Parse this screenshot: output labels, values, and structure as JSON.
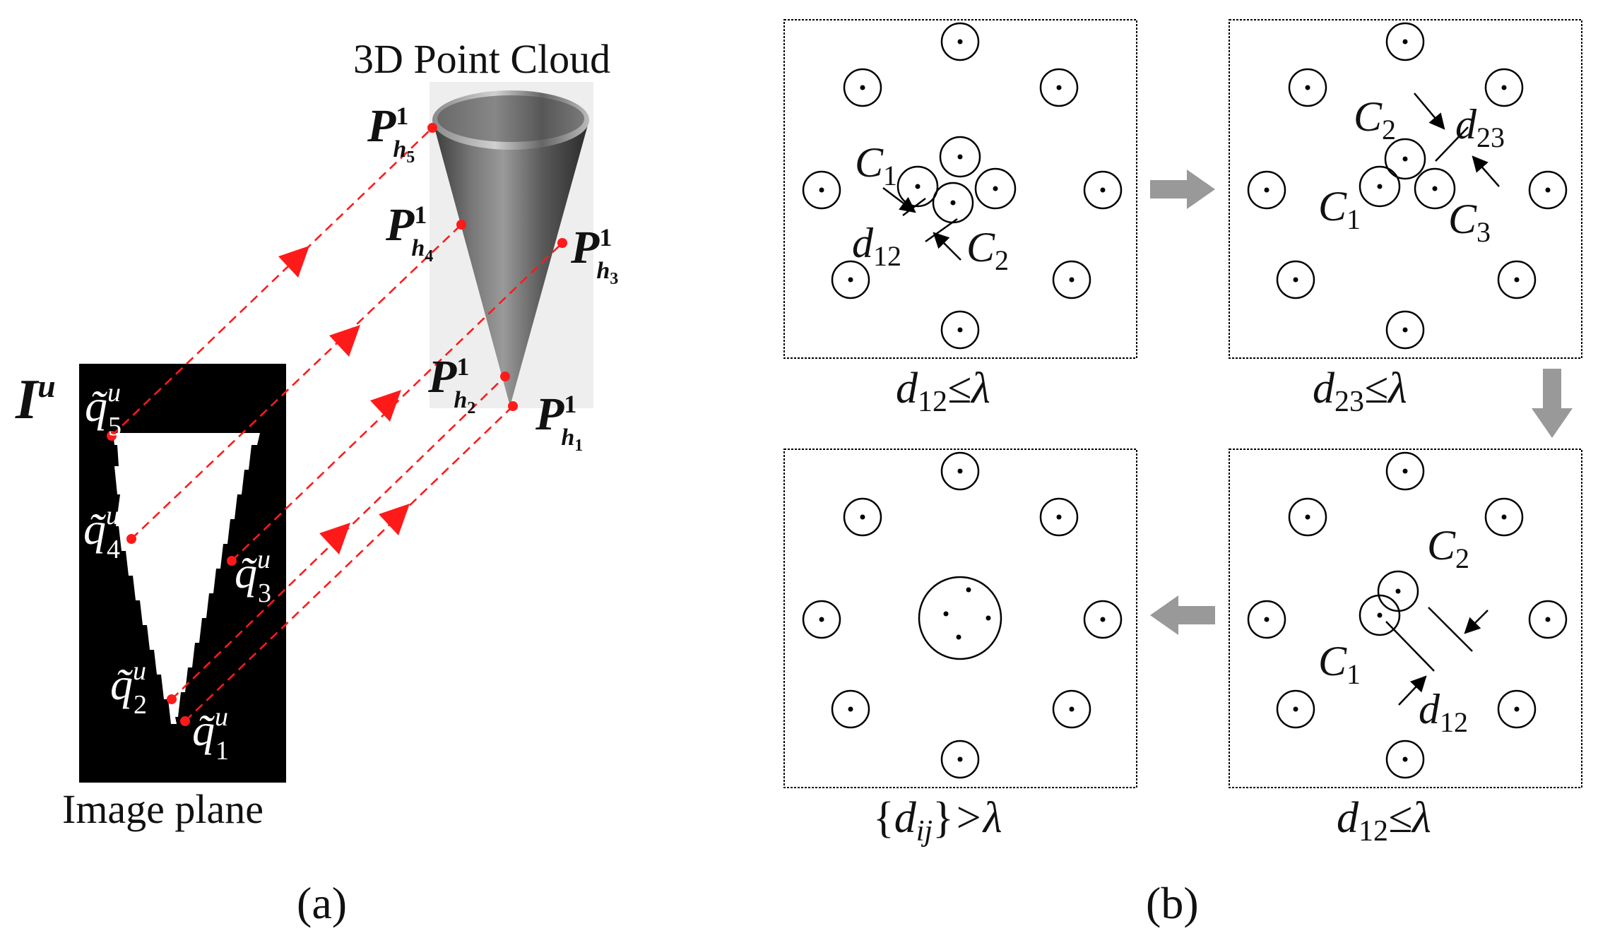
{
  "panel_a": {
    "cloud_title": "3D Point Cloud",
    "image_plane_label": "Image plane",
    "image_label_base": "I",
    "image_label_sup": "u",
    "sub_label": "(a)",
    "points_q": [
      {
        "base": "q̃",
        "sup": "u",
        "sub": "5"
      },
      {
        "base": "q̃",
        "sup": "u",
        "sub": "4"
      },
      {
        "base": "q̃",
        "sup": "u",
        "sub": "3"
      },
      {
        "base": "q̃",
        "sup": "u",
        "sub": "2"
      },
      {
        "base": "q̃",
        "sup": "u",
        "sub": "1"
      }
    ],
    "points_p": [
      {
        "base": "P",
        "sub": "h",
        "subsub": "5",
        "sup": "1"
      },
      {
        "base": "P",
        "sub": "h",
        "subsub": "4",
        "sup": "1"
      },
      {
        "base": "P",
        "sub": "h",
        "subsub": "3",
        "sup": "1"
      },
      {
        "base": "P",
        "sub": "h",
        "subsub": "2",
        "sup": "1"
      },
      {
        "base": "P",
        "sub": "h",
        "subsub": "1",
        "sup": "1"
      }
    ],
    "colors": {
      "ray": "#ff1a1a",
      "plane_bg": "#000000",
      "cone_bg": "#eeeeee"
    }
  },
  "panel_b": {
    "sub_label": "(b)",
    "step1": {
      "caption_var": "d",
      "caption_sub": "12",
      "caption_op": "≤λ",
      "c1": "C",
      "c1_sub": "1",
      "c2": "C",
      "c2_sub": "2",
      "d": "d",
      "d_sub": "12"
    },
    "step2": {
      "caption_var": "d",
      "caption_sub": "23",
      "caption_op": "≤λ",
      "c1": "C",
      "c1_sub": "1",
      "c2": "C",
      "c2_sub": "2",
      "c3": "C",
      "c3_sub": "3",
      "d": "d",
      "d_sub": "23"
    },
    "step3": {
      "caption_var": "d",
      "caption_sub": "12",
      "caption_op": "≤λ",
      "c1": "C",
      "c1_sub": "1",
      "c2": "C",
      "c2_sub": "2",
      "d": "d",
      "d_sub": "12"
    },
    "step4": {
      "caption_open": "{",
      "caption_var": "d",
      "caption_sub": "ij",
      "caption_close": "}",
      "caption_op": ">λ"
    },
    "colors": {
      "arrow": "#999999",
      "stroke": "#000000"
    }
  }
}
